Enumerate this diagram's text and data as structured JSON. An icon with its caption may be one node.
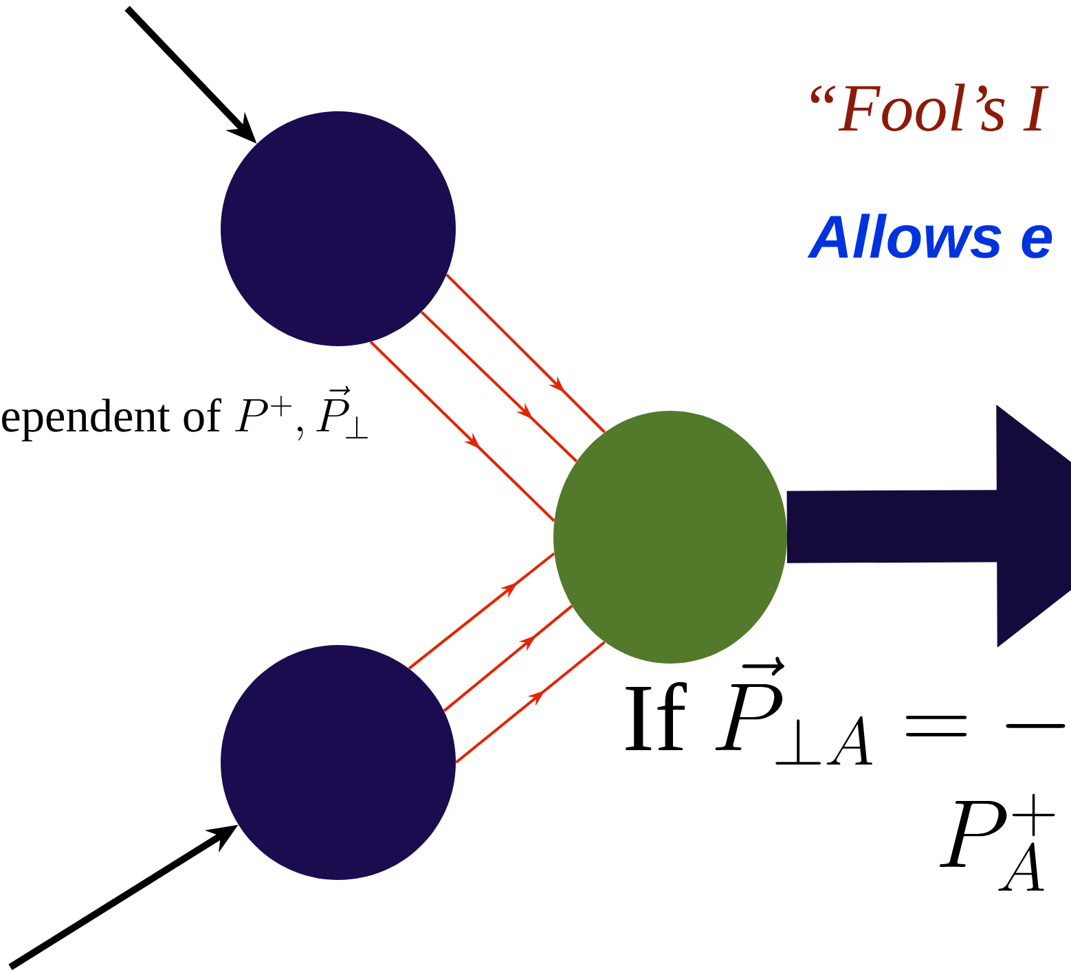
{
  "diagram": {
    "nodes": [
      {
        "text": [],
        "shape": "circle"
      },
      {
        "text": [],
        "shape": "circle"
      },
      {
        "text": [],
        "shape": "circle"
      }
    ],
    "edges": [
      {
        "from": null,
        "to": 0,
        "arrow": "to",
        "style": "thick",
        "color": "#000000"
      },
      {
        "from": null,
        "to": 1,
        "arrow": "to",
        "style": "thick",
        "color": "#000000"
      },
      {
        "from": 0,
        "to": 2,
        "arrow": "to"
      },
      {
        "from": 0,
        "to": 2,
        "arrow": "to"
      },
      {
        "from": 0,
        "to": 2,
        "arrow": "to"
      },
      {
        "from": 1,
        "to": 2,
        "arrow": "to"
      },
      {
        "from": 1,
        "to": 2,
        "arrow": "to"
      },
      {
        "from": 1,
        "to": 2,
        "arrow": "to"
      },
      {
        "from": 2,
        "to": null,
        "arrow": "to",
        "style": "thick",
        "color": "#140a3c"
      }
    ],
    "labels": [
      "“Fool’s I",
      "Allows e",
      "\\mathrm{ependent\\ of}\\ P^{+}, \\vec{P}_{\\perp}",
      "\\mathrm{If}\\ \\vec{P}_{\\perp A} = -",
      "P_{A}^{+}"
    ]
  }
}
